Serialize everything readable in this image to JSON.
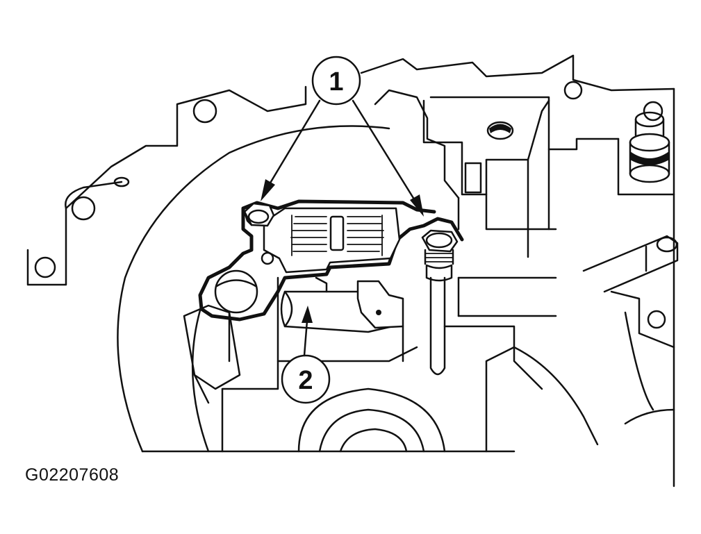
{
  "callouts": [
    {
      "id": "callout-1",
      "label": "1"
    },
    {
      "id": "callout-2",
      "label": "2"
    }
  ],
  "figure_id": "G02207608",
  "colors": {
    "ink": "#111111",
    "background": "#ffffff"
  }
}
